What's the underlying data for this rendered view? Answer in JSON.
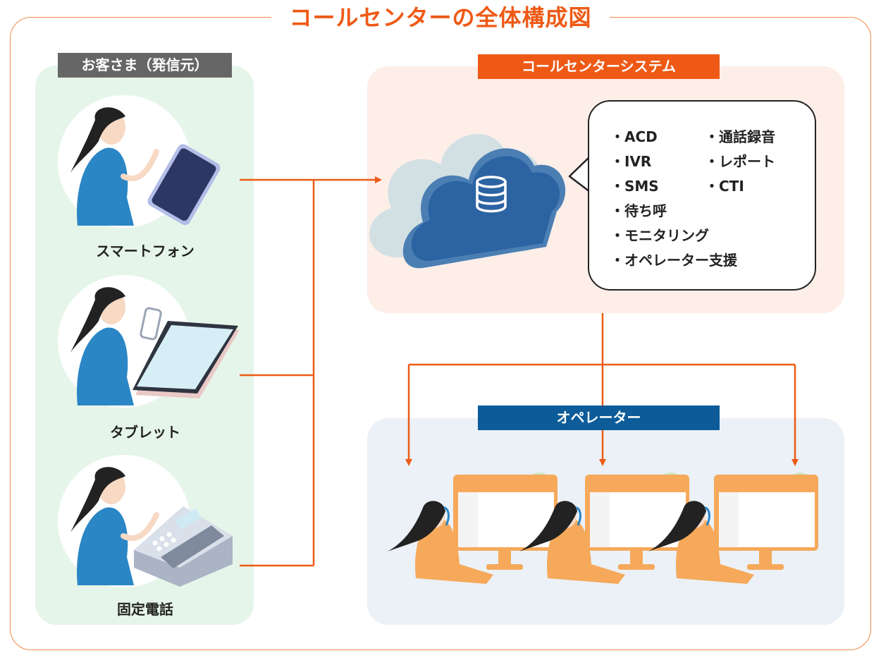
{
  "title": "コールセンターの全体構成図",
  "customers": {
    "label": "お客さま（発信元）",
    "devices": [
      {
        "name": "スマートフォン",
        "icon": "smartphone-icon"
      },
      {
        "name": "タブレット",
        "icon": "tablet-icon"
      },
      {
        "name": "固定電話",
        "icon": "landline-phone-icon"
      }
    ]
  },
  "system": {
    "label": "コールセンターシステム",
    "icon": "cloud-database-icon",
    "features_left": [
      "・ACD",
      "・IVR",
      "・SMS",
      "・待ち呼",
      "・モニタリング",
      "・オペレーター支援"
    ],
    "features_right": [
      "・通話録音",
      "・レポート",
      "・CTI"
    ]
  },
  "operators": {
    "label": "オペレーター",
    "count": 3
  },
  "colors": {
    "accent": "#ee5a16",
    "operator_blue": "#0d5c99",
    "customer_gray": "#666666",
    "customer_bg": "#e6f5e9",
    "system_bg": "#fdeee8",
    "operator_bg": "#ebf1f7"
  }
}
